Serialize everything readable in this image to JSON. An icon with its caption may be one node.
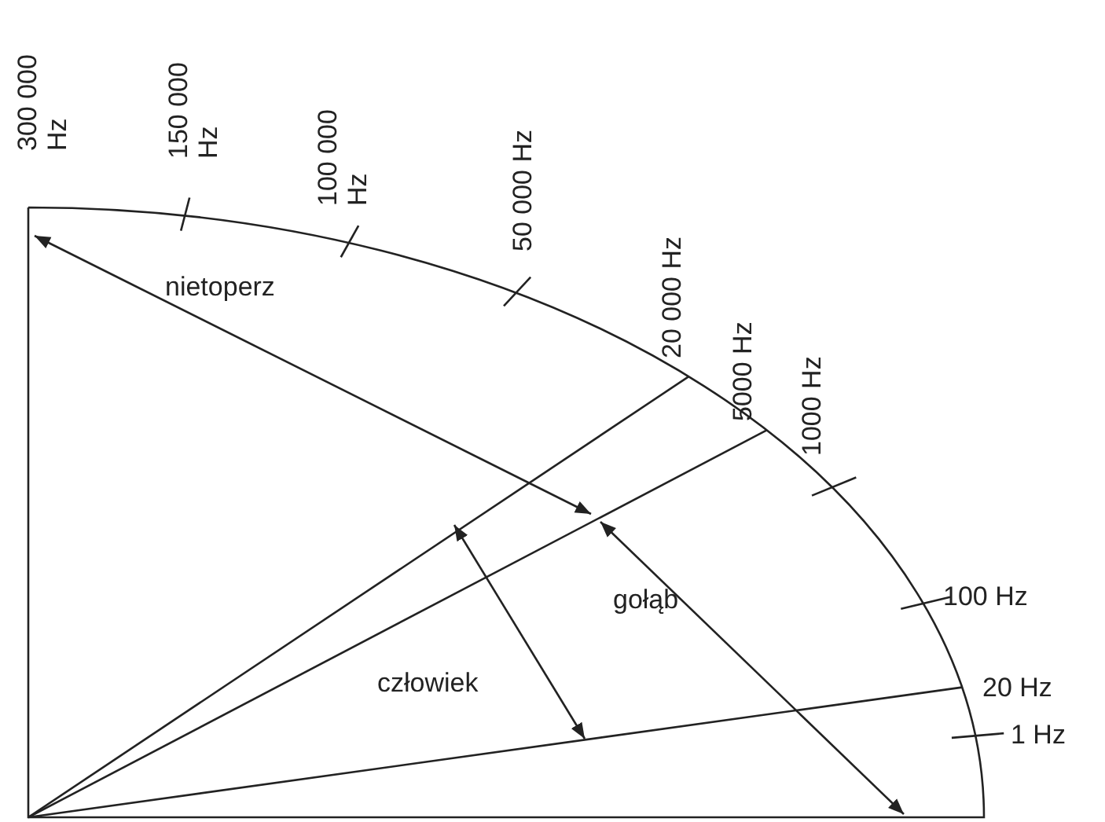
{
  "diagram": {
    "labels": [
      "300 000 Hz",
      "150 000 Hz",
      "100 000 Hz",
      "50 000 Hz",
      "nietoperz",
      "20 000 Hz",
      "5000 Hz",
      "1000 Hz",
      "gołąb",
      "100 Hz",
      "człowiek",
      "20 Hz",
      "1 Hz"
    ]
  }
}
